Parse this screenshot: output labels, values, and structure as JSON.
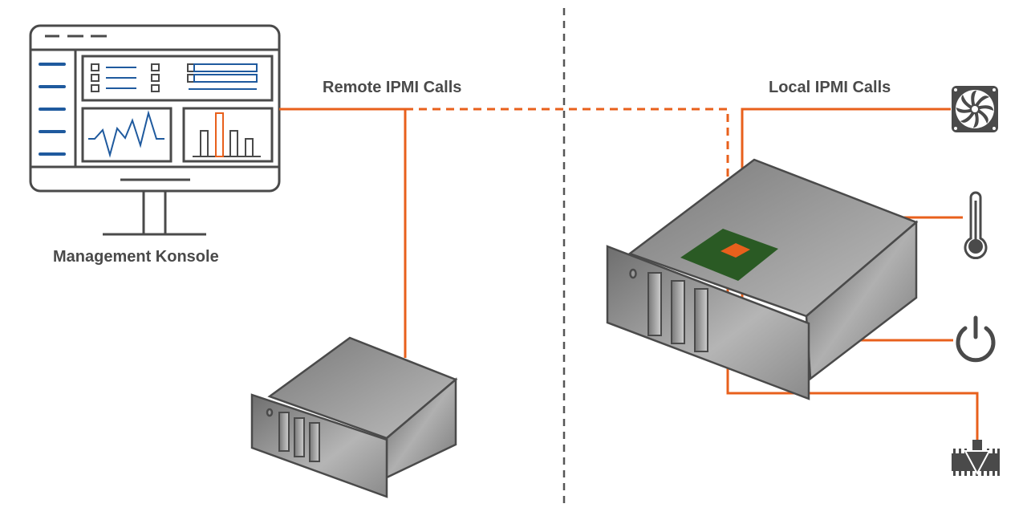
{
  "labels": {
    "remote_calls": "Remote IPMI Calls",
    "local_calls": "Local IPMI Calls",
    "console": "Management Konsole"
  },
  "colors": {
    "connection": "#e8601c",
    "outline": "#4a4a4a",
    "accent_blue": "#1f5a9e",
    "bmc_board": "#2a5a24"
  },
  "nodes": [
    {
      "id": "management-console",
      "icon": "monitor-dashboard-icon"
    },
    {
      "id": "remote-server",
      "icon": "server-chassis-icon"
    },
    {
      "id": "local-server",
      "icon": "server-chassis-icon"
    },
    {
      "id": "bmc",
      "icon": "bmc-chip-icon"
    },
    {
      "id": "fan",
      "icon": "fan-icon"
    },
    {
      "id": "temperature",
      "icon": "thermometer-icon"
    },
    {
      "id": "power",
      "icon": "power-icon"
    },
    {
      "id": "firmware",
      "icon": "chip-download-icon"
    }
  ]
}
